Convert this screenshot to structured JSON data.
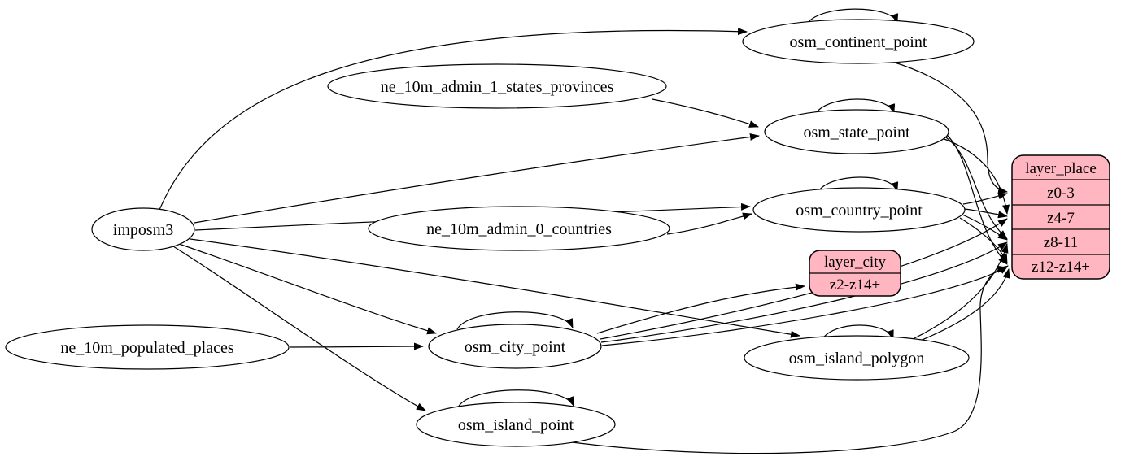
{
  "diagram": {
    "type": "etl-graph",
    "colors": {
      "background": "#ffffff",
      "node_fill": "#ffffff",
      "record_fill": "#ffb6c1",
      "stroke": "#000000"
    },
    "nodes": {
      "imposm3": {
        "label": "imposm3"
      },
      "ne_10m_admin_1_states_provinces": {
        "label": "ne_10m_admin_1_states_provinces"
      },
      "ne_10m_admin_0_countries": {
        "label": "ne_10m_admin_0_countries"
      },
      "ne_10m_populated_places": {
        "label": "ne_10m_populated_places"
      },
      "osm_continent_point": {
        "label": "osm_continent_point"
      },
      "osm_state_point": {
        "label": "osm_state_point"
      },
      "osm_country_point": {
        "label": "osm_country_point"
      },
      "osm_city_point": {
        "label": "osm_city_point"
      },
      "osm_island_polygon": {
        "label": "osm_island_polygon"
      },
      "osm_island_point": {
        "label": "osm_island_point"
      }
    },
    "records": {
      "layer_city": {
        "title": "layer_city",
        "rows": [
          "z2-z14+"
        ]
      },
      "layer_place": {
        "title": "layer_place",
        "rows": [
          "z0-3",
          "z4-7",
          "z8-11",
          "z12-z14+"
        ]
      }
    },
    "edges": [
      {
        "from": "imposm3",
        "to": "osm_continent_point"
      },
      {
        "from": "imposm3",
        "to": "osm_state_point"
      },
      {
        "from": "imposm3",
        "to": "osm_country_point"
      },
      {
        "from": "imposm3",
        "to": "osm_city_point"
      },
      {
        "from": "imposm3",
        "to": "osm_island_polygon"
      },
      {
        "from": "imposm3",
        "to": "osm_island_point"
      },
      {
        "from": "ne_10m_admin_1_states_provinces",
        "to": "osm_state_point"
      },
      {
        "from": "ne_10m_admin_0_countries",
        "to": "osm_country_point"
      },
      {
        "from": "ne_10m_populated_places",
        "to": "osm_city_point"
      },
      {
        "from": "osm_continent_point",
        "to": "osm_continent_point"
      },
      {
        "from": "osm_state_point",
        "to": "osm_state_point"
      },
      {
        "from": "osm_country_point",
        "to": "osm_country_point"
      },
      {
        "from": "osm_city_point",
        "to": "osm_city_point"
      },
      {
        "from": "osm_island_polygon",
        "to": "osm_island_polygon"
      },
      {
        "from": "osm_island_point",
        "to": "osm_island_point"
      },
      {
        "from": "osm_city_point",
        "to": "layer_city:z2-z14+"
      },
      {
        "from": "osm_continent_point",
        "to": "layer_place:z0-3"
      },
      {
        "from": "osm_country_point",
        "to": "layer_place:z0-3"
      },
      {
        "from": "osm_country_point",
        "to": "layer_place:z4-7"
      },
      {
        "from": "osm_country_point",
        "to": "layer_place:z8-11"
      },
      {
        "from": "osm_country_point",
        "to": "layer_place:z12-z14+"
      },
      {
        "from": "osm_state_point",
        "to": "layer_place:z4-7"
      },
      {
        "from": "osm_state_point",
        "to": "layer_place:z8-11"
      },
      {
        "from": "osm_state_point",
        "to": "layer_place:z12-z14+"
      },
      {
        "from": "osm_city_point",
        "to": "layer_place:z4-7"
      },
      {
        "from": "osm_city_point",
        "to": "layer_place:z8-11"
      },
      {
        "from": "osm_city_point",
        "to": "layer_place:z12-z14+"
      },
      {
        "from": "osm_island_polygon",
        "to": "layer_place:z8-11"
      },
      {
        "from": "osm_island_polygon",
        "to": "layer_place:z12-z14+"
      },
      {
        "from": "osm_island_point",
        "to": "layer_place:z12-z14+"
      }
    ]
  }
}
